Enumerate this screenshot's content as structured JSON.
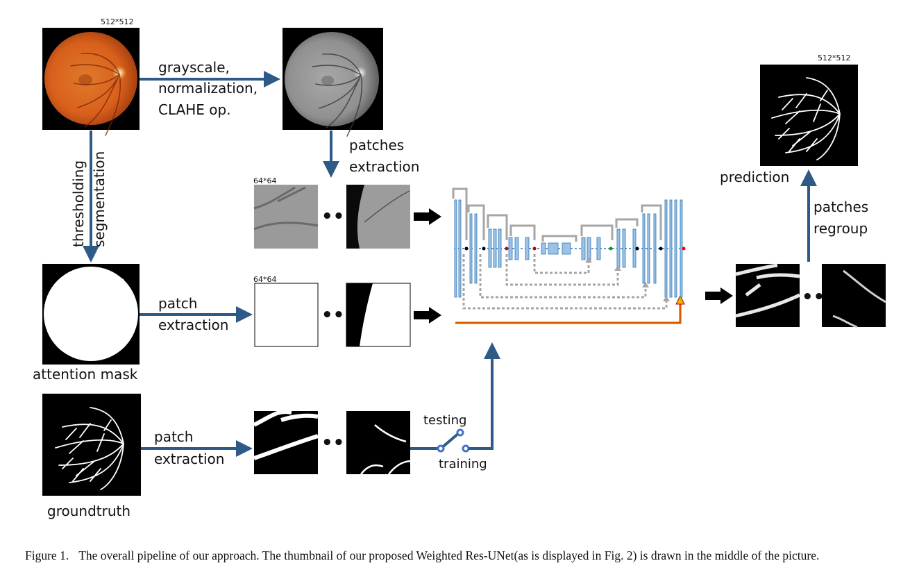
{
  "sizes": {
    "full_top_left": "512*512",
    "full_top_right": "512*512",
    "patch_top": "64*64",
    "patch_mask": "64*64"
  },
  "steps": {
    "preprocess": [
      "grayscale,",
      "normalization,",
      "CLAHE op."
    ],
    "patches_extraction": [
      "patches",
      "extraction"
    ],
    "thresholding": [
      "thresholding",
      "segmentation"
    ],
    "patch_extraction_mask": [
      "patch",
      "extraction"
    ],
    "patch_extraction_gt": [
      "patch",
      "extraction"
    ],
    "patches_regroup": [
      "patches",
      "regroup"
    ]
  },
  "labels": {
    "attention_mask": "attention mask",
    "groundtruth": "groundtruth",
    "prediction": "prediction",
    "testing": "testing",
    "training": "training",
    "ellipsis": "•••"
  },
  "caption": {
    "label": "Figure 1.",
    "text": "The overall pipeline of our approach. The thumbnail of our proposed Weighted Res-UNet(as is displayed in Fig. 2) is drawn in the middle of the picture."
  },
  "colors": {
    "flow_arrow": "#2e5a87",
    "unet_block": "#9cc3e6",
    "skip": "#a6a6a6",
    "weighted_path": "#f0b400",
    "switch_node": "#4472c4"
  }
}
